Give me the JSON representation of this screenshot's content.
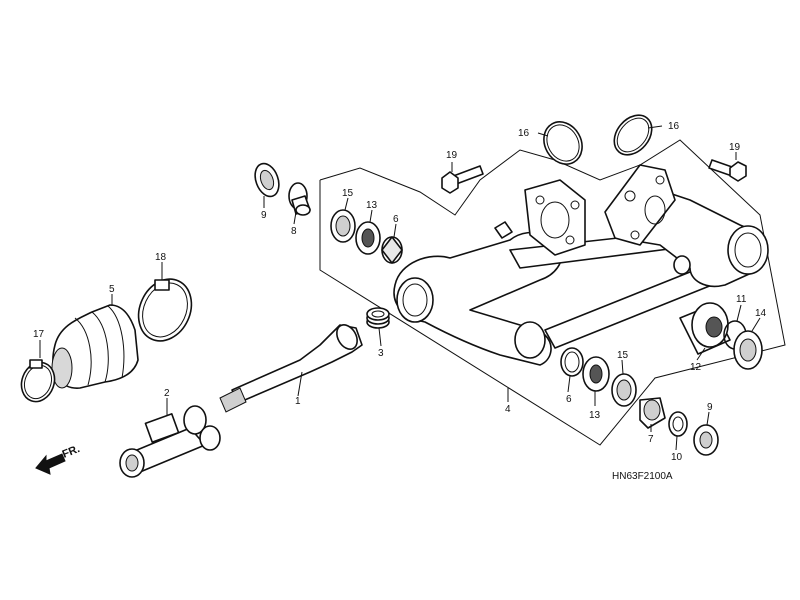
{
  "diagram": {
    "code": "HN63F2100A",
    "direction_label": "FR.",
    "callouts": [
      {
        "id": "c1",
        "text": "1"
      },
      {
        "id": "c2",
        "text": "2"
      },
      {
        "id": "c3",
        "text": "3"
      },
      {
        "id": "c4",
        "text": "4"
      },
      {
        "id": "c5",
        "text": "5"
      },
      {
        "id": "c6a",
        "text": "6"
      },
      {
        "id": "c6b",
        "text": "6"
      },
      {
        "id": "c7",
        "text": "7"
      },
      {
        "id": "c8",
        "text": "8"
      },
      {
        "id": "c9a",
        "text": "9"
      },
      {
        "id": "c9b",
        "text": "9"
      },
      {
        "id": "c10",
        "text": "10"
      },
      {
        "id": "c11",
        "text": "11"
      },
      {
        "id": "c12",
        "text": "12"
      },
      {
        "id": "c13a",
        "text": "13"
      },
      {
        "id": "c13b",
        "text": "13"
      },
      {
        "id": "c14",
        "text": "14"
      },
      {
        "id": "c15a",
        "text": "15"
      },
      {
        "id": "c15b",
        "text": "15"
      },
      {
        "id": "c16a",
        "text": "16"
      },
      {
        "id": "c16b",
        "text": "16"
      },
      {
        "id": "c17",
        "text": "17"
      },
      {
        "id": "c18",
        "text": "18"
      },
      {
        "id": "c19a",
        "text": "19"
      },
      {
        "id": "c19b",
        "text": "19"
      }
    ]
  }
}
